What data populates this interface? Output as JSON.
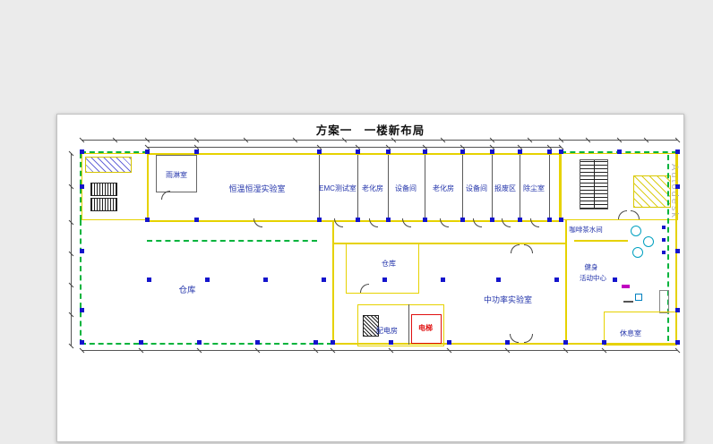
{
  "title": "方案一　一楼新布局",
  "watermark": "Autodesk",
  "rooms": {
    "rain": "雨淋室",
    "thermal_lab": "恒温恒湿实验室",
    "emc": "EMC测试室",
    "aging_a": "老化房",
    "equipment_a": "设备间",
    "aging_b": "老化房",
    "equipment_b": "设备间",
    "scrap": "报废区",
    "dust": "除尘室",
    "warehouse_main": "仓库",
    "warehouse_small": "仓库",
    "power_distribution": "配电房",
    "elevator": "电梯",
    "mid_power_lab": "中功率实验室",
    "coffee_tea": "咖啡茶水间",
    "fitness_line1": "健身",
    "fitness_line2": "活动中心",
    "lounge": "休息室"
  },
  "colors": {
    "wall_yellow": "#e6d200",
    "dash_green": "#00b33c",
    "column_blue": "#1414cc",
    "label_blue": "#2233aa",
    "elevator_red": "#e01010",
    "watermark_gray": "#b5b5b5"
  }
}
